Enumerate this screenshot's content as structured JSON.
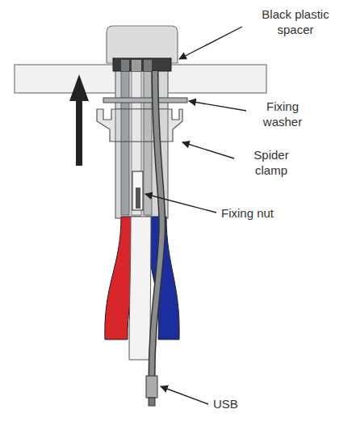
{
  "diagram": {
    "labels": [
      "Black plastic spacer",
      "Fixing washer",
      "Spider clamp",
      "Fixing nut",
      "USB"
    ]
  }
}
